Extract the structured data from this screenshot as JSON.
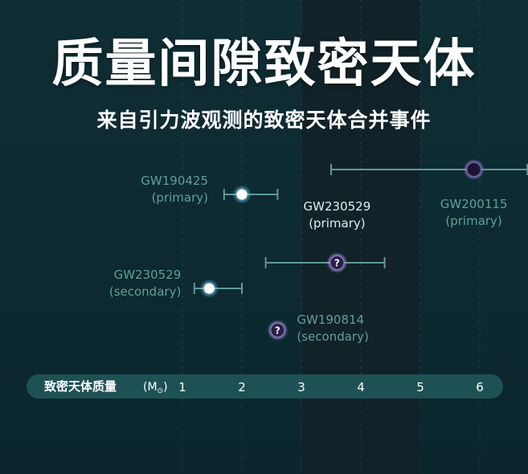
{
  "title": "质量间隙致密天体",
  "subtitle": "来自引力波观测的致密天体合并事件",
  "colors": {
    "background": "#0f2d33",
    "mass_gap_band": "#122229",
    "axis_bar": "#1e5156",
    "error_bar": "#5f9a96",
    "label_text": "#5f9f9d",
    "highlight_label": "#dfeeee",
    "axis_text": "#ffffff"
  },
  "chart_data": {
    "type": "scatter",
    "title": "质量间隙致密天体",
    "subtitle": "来自引力波观测的致密天体合并事件",
    "xlabel": "致密天体质量",
    "xunit": "(M",
    "xunit_sub": "⊙",
    "xunit_close": ")",
    "xlim": [
      0.5,
      6.8
    ],
    "xticks": [
      "1",
      "2",
      "3",
      "4",
      "5",
      "6"
    ],
    "grid": "vertical dashed lines at integer masses",
    "mass_gap": [
      3,
      5
    ],
    "points": [
      {
        "name": "GW190425",
        "role": "(primary)",
        "mass": 2.0,
        "err_low": 1.7,
        "err_high": 2.6,
        "marker": "neutron-star",
        "label_side": "left",
        "highlight": false
      },
      {
        "name": "GW230529",
        "role": "(secondary)",
        "mass": 1.45,
        "err_low": 1.2,
        "err_high": 2.0,
        "marker": "neutron-star",
        "label_side": "left",
        "highlight": false
      },
      {
        "name": "GW230529",
        "role": "(primary)",
        "mass": 3.6,
        "err_low": 2.4,
        "err_high": 4.4,
        "marker": "unknown",
        "label_side": "above",
        "highlight": true
      },
      {
        "name": "GW190814",
        "role": "(secondary)",
        "mass": 2.6,
        "err_low": null,
        "err_high": null,
        "marker": "unknown",
        "label_side": "right",
        "highlight": false
      },
      {
        "name": "GW200115",
        "role": "(primary)",
        "mass": 5.9,
        "err_low": 3.5,
        "err_high": 6.8,
        "marker": "black-hole",
        "label_side": "below",
        "highlight": false
      }
    ],
    "unknown_marker_text": "?"
  }
}
